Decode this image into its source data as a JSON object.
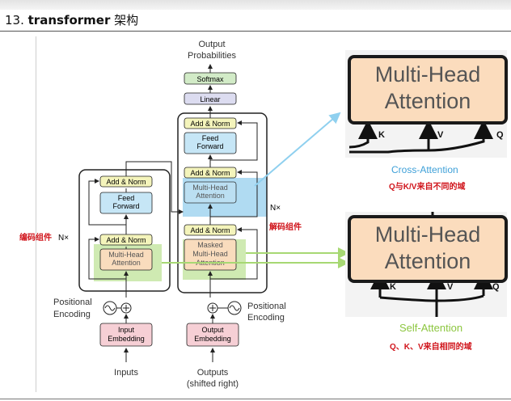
{
  "header": {
    "number": "13.",
    "title_bold": "transformer",
    "title_cn": "架构"
  },
  "diagram": {
    "output_probs": [
      "Output",
      "Probabilities"
    ],
    "softmax": "Softmax",
    "linear": "Linear",
    "add_norm": "Add & Norm",
    "feed_forward": [
      "Feed",
      "Forward"
    ],
    "multi_head_attention": [
      "Multi-Head",
      "Attention"
    ],
    "masked_mha": [
      "Masked",
      "Multi-Head",
      "Attention"
    ],
    "nx": "N×",
    "positional_encoding": [
      "Positional",
      "Encoding"
    ],
    "input_embedding": [
      "Input",
      "Embedding"
    ],
    "output_embedding": [
      "Output",
      "Embedding"
    ],
    "inputs": "Inputs",
    "outputs": [
      "Outputs",
      "(shifted right)"
    ]
  },
  "labels": {
    "encoder_cn": "编码组件",
    "decoder_cn": "解码组件",
    "cross_attention": "Cross-Attention",
    "cross_desc": "Q与K/V来自不同的域",
    "self_attention": "Self-Attention",
    "self_desc": "Q、K、V来自相同的域"
  },
  "zoom_top": {
    "line1": "Multi-Head",
    "line2": "Attention",
    "k": "K",
    "v": "V",
    "q": "Q"
  },
  "zoom_bottom": {
    "line1": "Multi-Head",
    "line2": "Attention",
    "k": "K",
    "v": "V",
    "q": "Q"
  },
  "colors": {
    "add_norm": "#f4f4bb",
    "feed_forward": "#c6e6f6",
    "attention": "#f9dcbd",
    "embedding": "#f6cfd5",
    "softmax": "#d2ebc7",
    "linear": "#dcdcf0",
    "cross_highlight": "#3ea0d8",
    "self_highlight": "#8cc63f",
    "red_label": "#d0141b"
  }
}
